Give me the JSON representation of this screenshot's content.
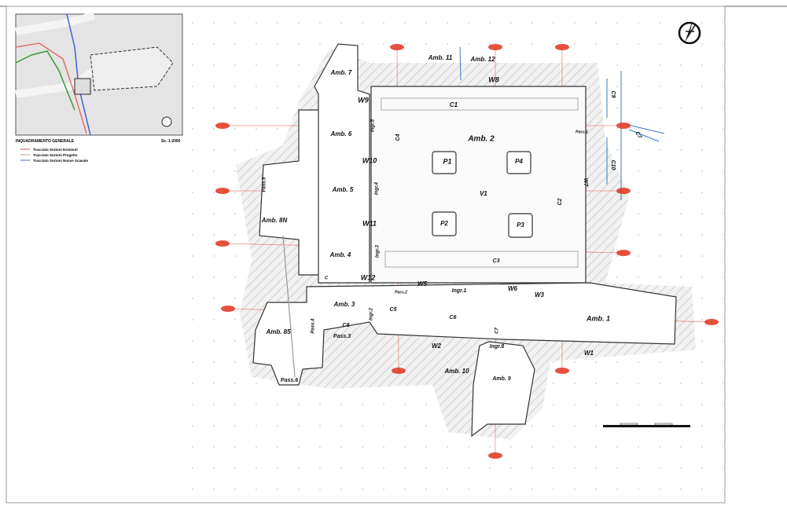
{
  "inset": {
    "title": "INQUADRAMENTO GENERALE",
    "scale": "Sc. 1:2000",
    "legend": [
      {
        "label": "Tracciato Sezioni Esistenti",
        "color": "#e08a8a"
      },
      {
        "label": "Tracciato Sezioni Progetto",
        "color": "#e6b0b0"
      },
      {
        "label": "Tracciato Sezioni Nuove Scavate",
        "color": "#8a9ad8"
      }
    ]
  },
  "plan_labels": [
    "Amb. 11",
    "Amb. 12",
    "W8",
    "Amb. 7",
    "W9",
    "C1",
    "Ingr.5",
    "Amb. 6",
    "C4",
    "Amb. 2",
    "Pass.1",
    "W10",
    "P1",
    "P4",
    "Pass.5",
    "Amb. 5",
    "Ingr.4",
    "V1",
    "C2",
    "W7",
    "Amb. 8N",
    "W11",
    "P2",
    "P3",
    "Ingr.3",
    "Amb. 4",
    "C3",
    "W12",
    "C",
    "W5",
    "Pass.2",
    "Ingr.1",
    "W6",
    "W3",
    "Amb. 3",
    "Ingr.2",
    "C5",
    "C6",
    "Amb. 1",
    "C8",
    "C7",
    "Amb. 85",
    "Pass.4",
    "Pass.3",
    "W2",
    "Ingr.8",
    "W1",
    "Amb. 10",
    "Amb. 9",
    "Pass.6",
    "C9",
    "C10",
    "C7"
  ],
  "colors": {
    "section": "#e0341c",
    "survey_line": "#3a7bc8",
    "wall": "#333333",
    "hatch": "#d8d8d8"
  }
}
